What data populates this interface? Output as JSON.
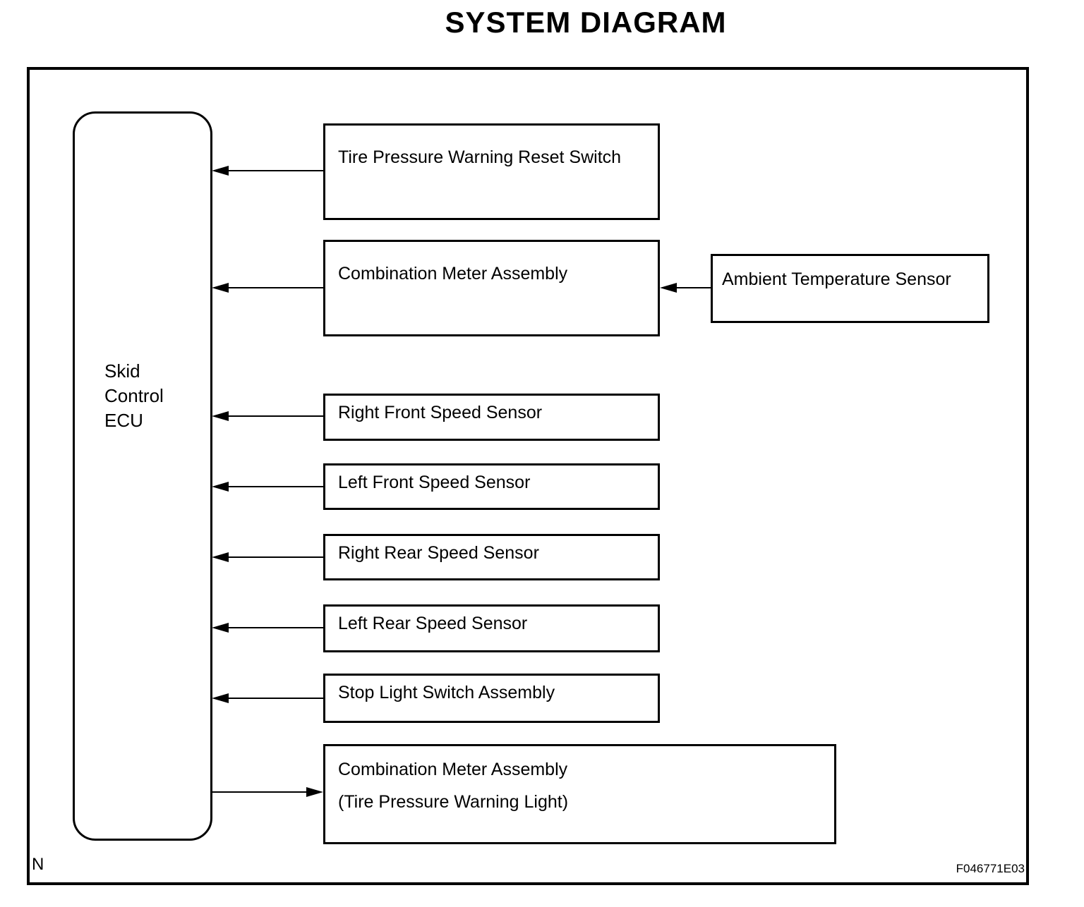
{
  "title": "SYSTEM DIAGRAM",
  "ecu": {
    "label": "Skid\nControl\nECU"
  },
  "boxes": [
    {
      "label": "Tire Pressure Warning Reset Switch"
    },
    {
      "label": "Combination Meter Assembly"
    },
    {
      "label": "Right Front Speed Sensor"
    },
    {
      "label": "Left Front Speed Sensor"
    },
    {
      "label": "Right Rear Speed Sensor"
    },
    {
      "label": "Left Rear Speed Sensor"
    },
    {
      "label": "Stop Light Switch Assembly"
    },
    {
      "label_line1": "Combination Meter Assembly",
      "label_line2": "(Tire Pressure Warning Light)"
    },
    {
      "label": "Ambient Temperature Sensor"
    }
  ],
  "connections": [
    {
      "from": "Tire Pressure Warning Reset Switch",
      "to": "Skid Control ECU"
    },
    {
      "from": "Combination Meter Assembly",
      "to": "Skid Control ECU"
    },
    {
      "from": "Ambient Temperature Sensor",
      "to": "Combination Meter Assembly"
    },
    {
      "from": "Right Front Speed Sensor",
      "to": "Skid Control ECU"
    },
    {
      "from": "Left Front Speed Sensor",
      "to": "Skid Control ECU"
    },
    {
      "from": "Right Rear Speed Sensor",
      "to": "Skid Control ECU"
    },
    {
      "from": "Left Rear Speed Sensor",
      "to": "Skid Control ECU"
    },
    {
      "from": "Stop Light Switch Assembly",
      "to": "Skid Control ECU"
    },
    {
      "from": "Skid Control ECU",
      "to": "Combination Meter Assembly (Tire Pressure Warning Light)"
    }
  ],
  "footer": {
    "left": "N",
    "right": "F046771E03"
  },
  "colors": {
    "line": "#000000",
    "background": "#ffffff"
  }
}
